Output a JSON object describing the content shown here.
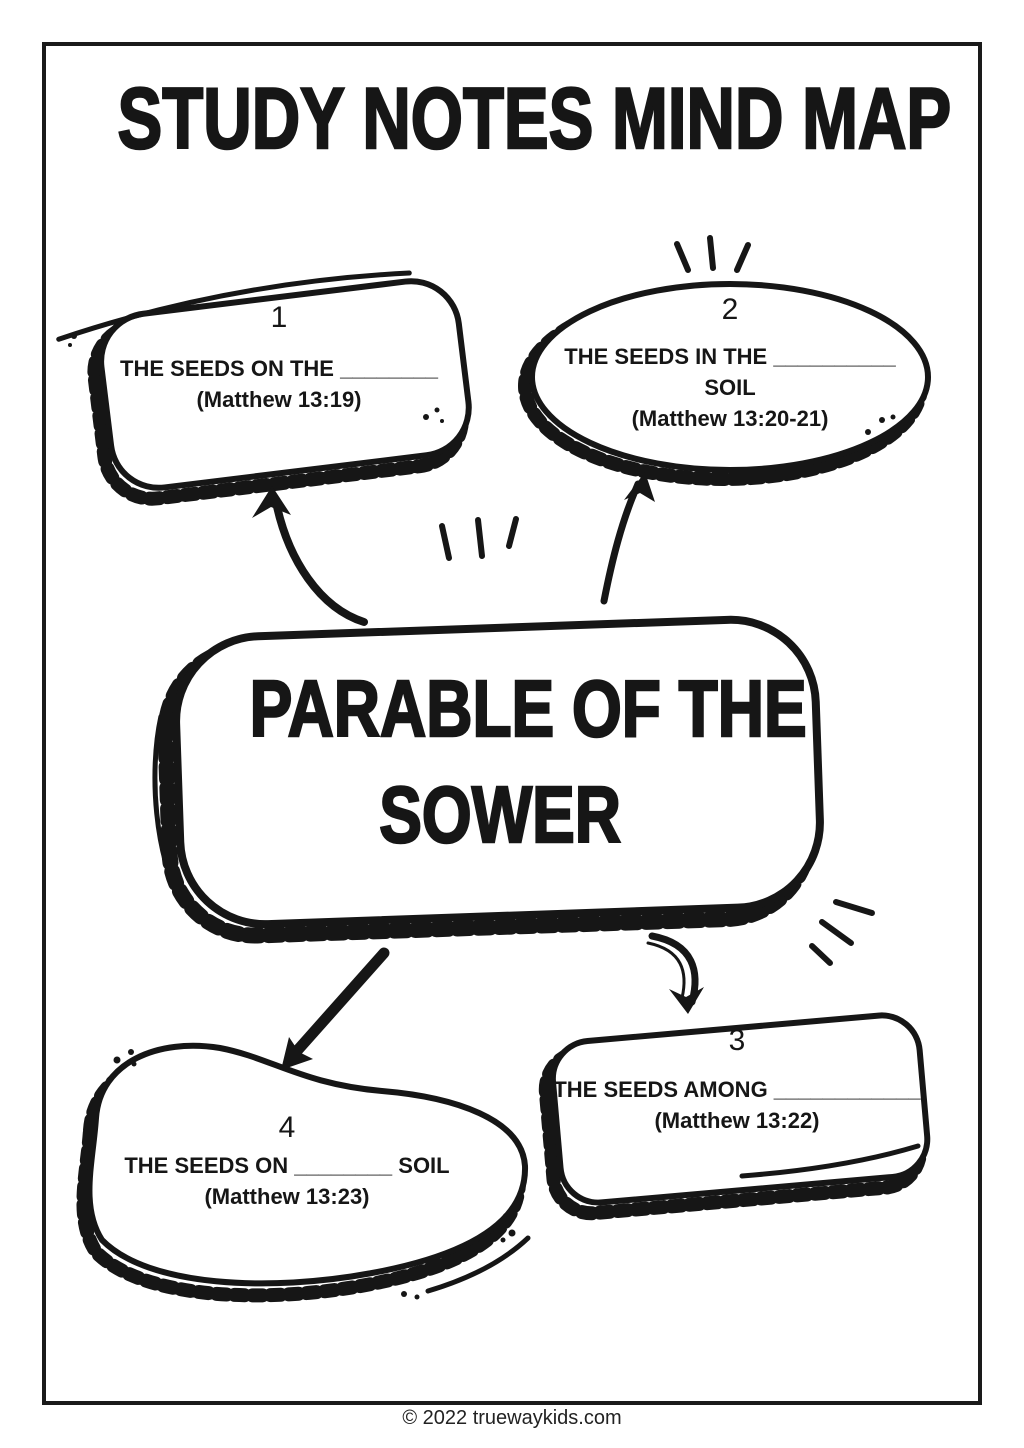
{
  "page": {
    "title": "STUDY NOTES MIND MAP",
    "footer": "© 2022 truewaykids.com"
  },
  "center": {
    "title_line1": "PARABLE OF THE",
    "title_line2": "SOWER"
  },
  "nodes": [
    {
      "number": "1",
      "title": "THE SEEDS ON THE ________",
      "reference": "(Matthew 13:19)"
    },
    {
      "number": "2",
      "title": "THE SEEDS IN THE __________",
      "title2": "SOIL",
      "reference": "(Matthew 13:20-21)"
    },
    {
      "number": "3",
      "title": "THE SEEDS AMONG ____________",
      "reference": "(Matthew 13:22)"
    },
    {
      "number": "4",
      "title": "THE SEEDS ON ________ SOIL",
      "reference": "(Matthew 13:23)"
    }
  ],
  "colors": {
    "ink": "#161616",
    "paper": "#ffffff"
  }
}
